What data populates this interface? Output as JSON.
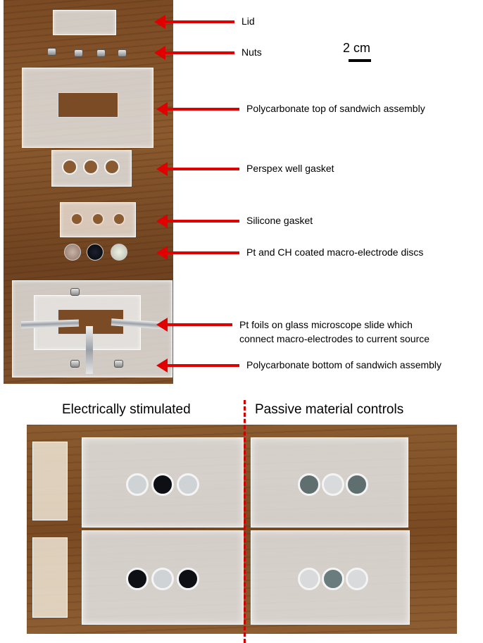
{
  "labels": {
    "lid": "Lid",
    "nuts": "Nuts",
    "polycarbonate_top": "Polycarbonate top of sandwich assembly",
    "perspex_gasket": "Perspex well gasket",
    "silicone_gasket": "Silicone gasket",
    "electrode_discs": "Pt and CH coated macro-electrode discs",
    "pt_foils_line1": "Pt foils on glass microscope slide which",
    "pt_foils_line2": "connect macro-electrodes to current source",
    "polycarbonate_bottom": "Polycarbonate bottom of sandwich assembly"
  },
  "scale": {
    "label": "2 cm"
  },
  "captions": {
    "left": "Electrically stimulated",
    "right": "Passive material controls"
  },
  "colors": {
    "arrow": "#e00000",
    "divider": "#d40000",
    "wood": "#7a4a24"
  }
}
